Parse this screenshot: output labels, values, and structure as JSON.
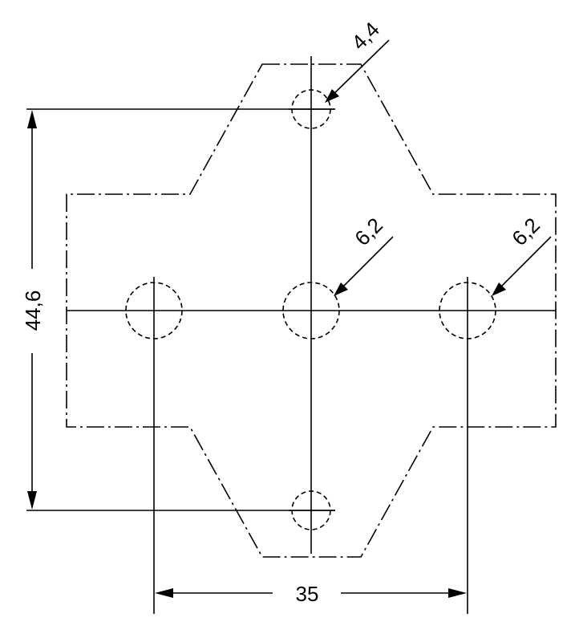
{
  "dimensions": {
    "small_hole_dia": "4,4",
    "large_hole_dia_center": "6,2",
    "large_hole_dia_right": "6,2",
    "vertical_span": "44,6",
    "horizontal_span": "35"
  }
}
